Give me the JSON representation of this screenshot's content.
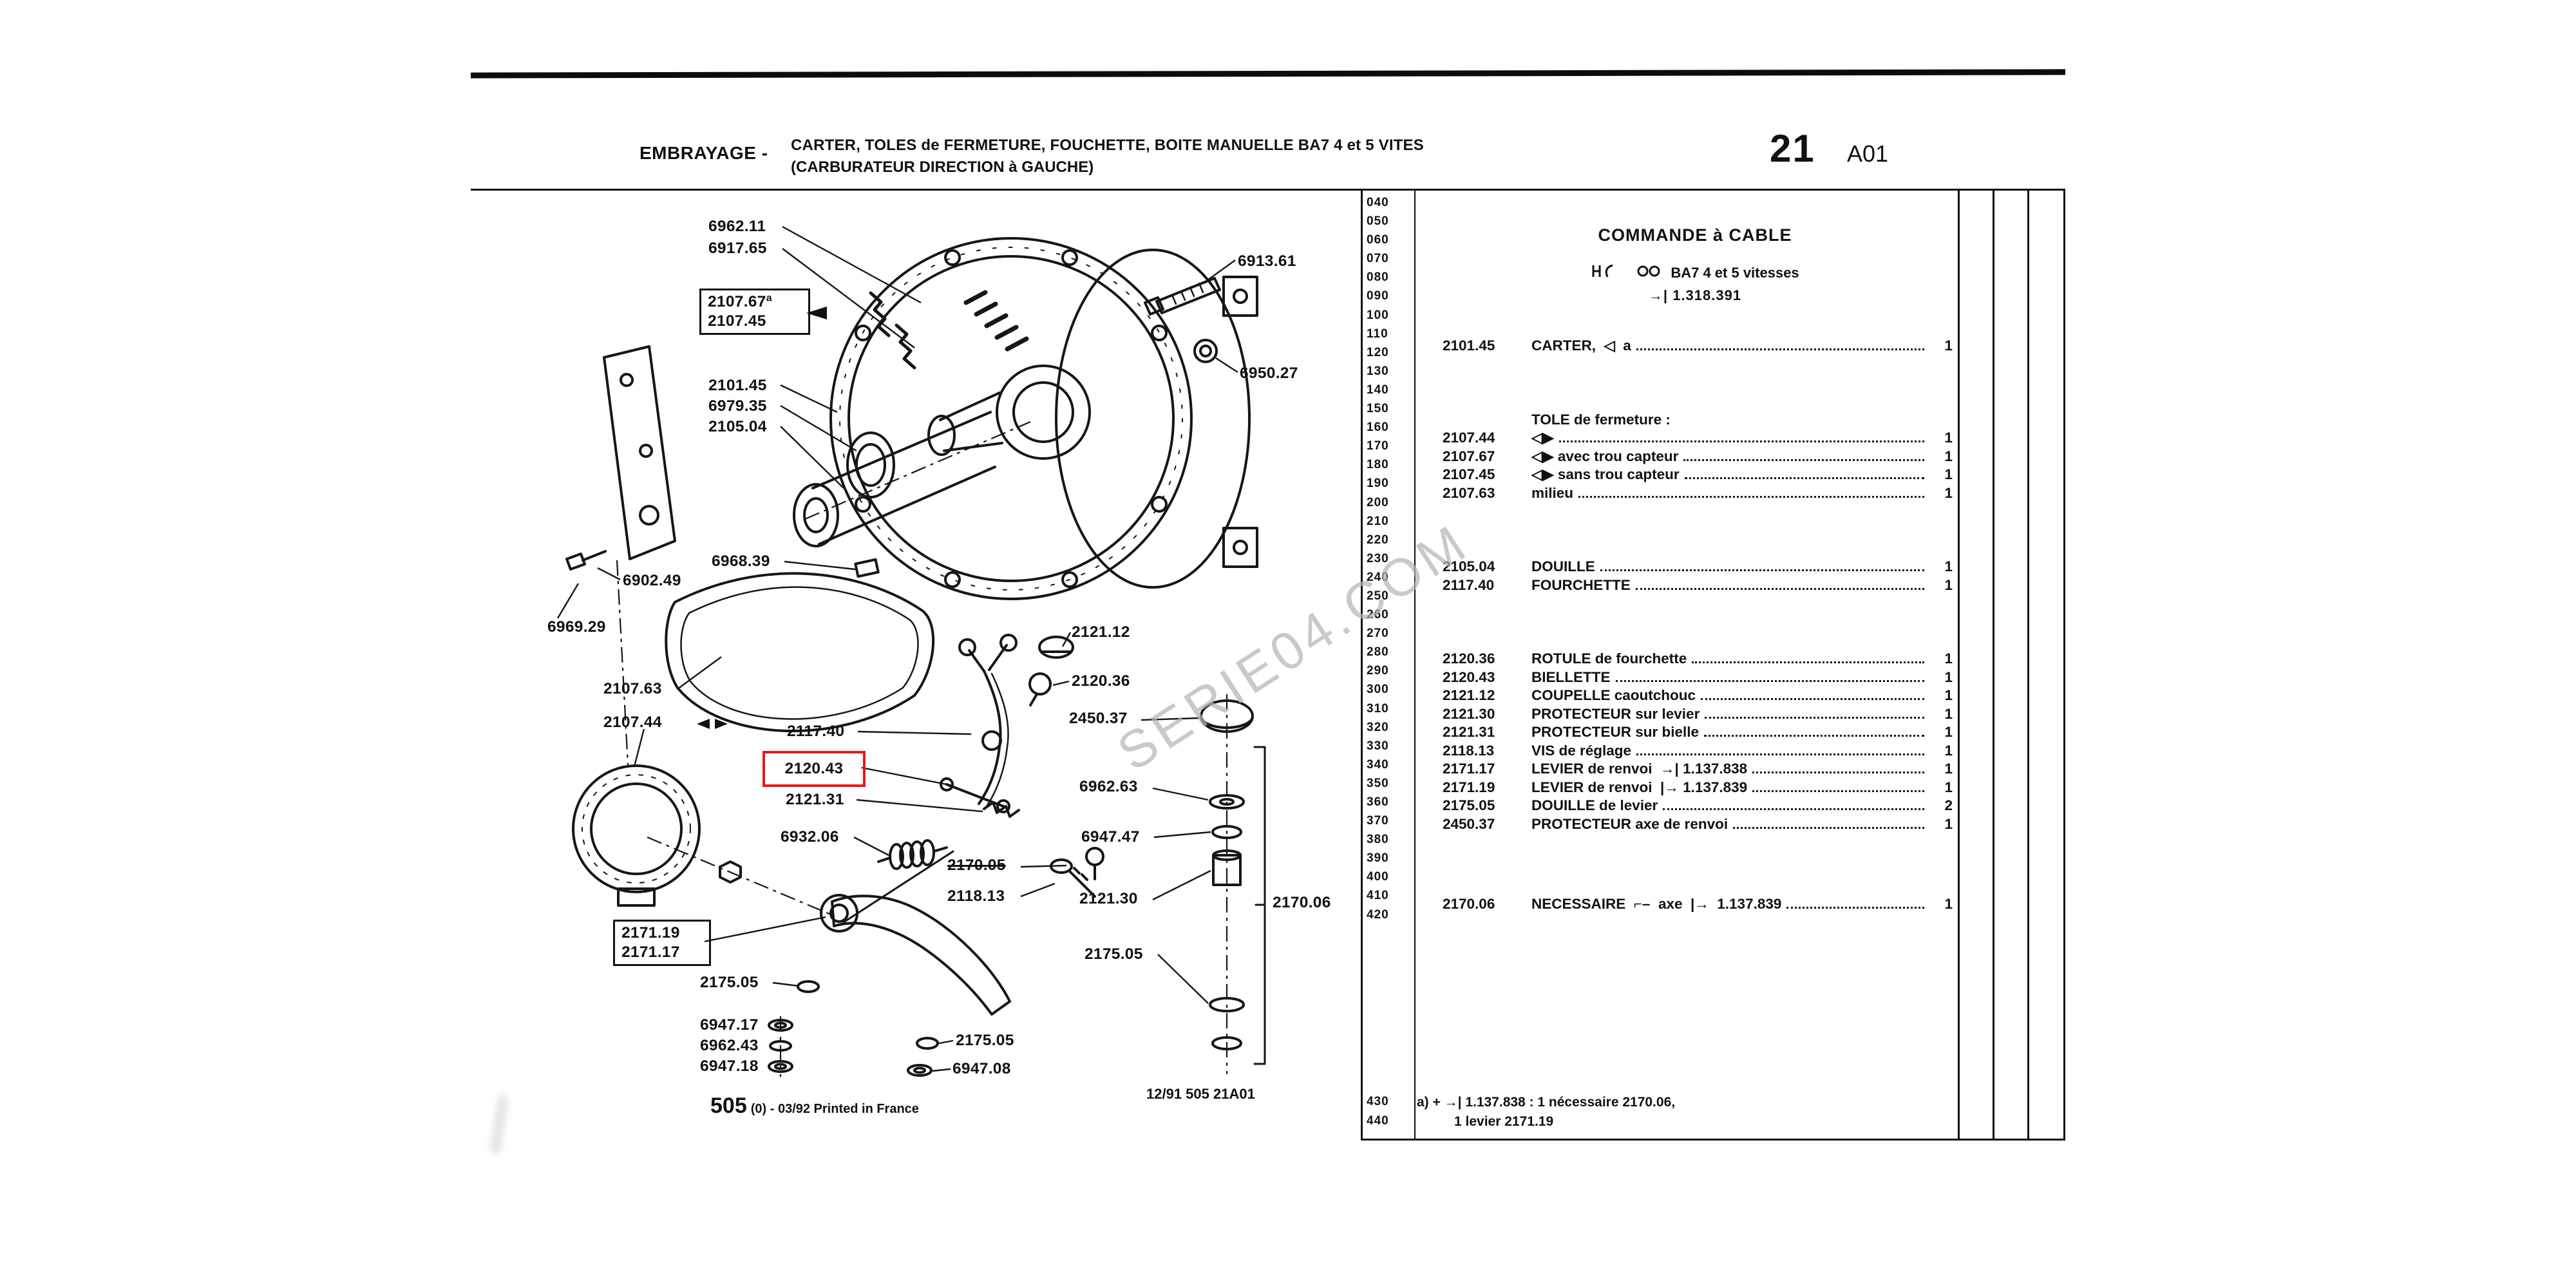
{
  "header": {
    "section": "EMBRAYAGE -",
    "title_line1": "CARTER, TOLES de FERMETURE, FOUCHETTE, BOITE MANUELLE BA7 4 et 5 VITES",
    "title_line2": "(CARBURATEUR DIRECTION à GAUCHE)",
    "page_number": "21",
    "page_code": "A01"
  },
  "index_column": {
    "numbers": [
      "040",
      "050",
      "060",
      "070",
      "080",
      "090",
      "100",
      "110",
      "120",
      "130",
      "140",
      "150",
      "160",
      "170",
      "180",
      "190",
      "200",
      "210",
      "220",
      "230",
      "240",
      "250",
      "260",
      "270",
      "280",
      "290",
      "300",
      "310",
      "320",
      "330",
      "340",
      "350",
      "360",
      "370",
      "380",
      "390",
      "400",
      "410",
      "420"
    ],
    "footer_numbers": [
      "430",
      "440"
    ]
  },
  "parts_panel": {
    "title": "COMMANDE à CABLE",
    "icons": [
      "shift-pattern-icon",
      "rings-icon"
    ],
    "transmission_note": "BA7 4 et 5 vitesses",
    "ref_line": "→|  1.318.391",
    "groups": [
      {
        "rows": [
          {
            "ref": "2101.45",
            "label": "CARTER,  ◁  a",
            "qty": "1"
          }
        ]
      },
      {
        "rows": [
          {
            "ref": "",
            "label": "TOLE de fermeture :",
            "qty": ""
          },
          {
            "ref": "2107.44",
            "label": "◁▶",
            "qty": "1"
          },
          {
            "ref": "2107.67",
            "label": "◁▶ avec trou capteur",
            "qty": "1"
          },
          {
            "ref": "2107.45",
            "label": "◁▶ sans trou capteur",
            "qty": "1"
          },
          {
            "ref": "2107.63",
            "label": "milieu",
            "qty": "1"
          }
        ]
      },
      {
        "rows": [
          {
            "ref": "2105.04",
            "label": "DOUILLE",
            "qty": "1"
          },
          {
            "ref": "2117.40",
            "label": "FOURCHETTE",
            "qty": "1"
          }
        ]
      },
      {
        "rows": [
          {
            "ref": "2120.36",
            "label": "ROTULE de fourchette",
            "qty": "1"
          },
          {
            "ref": "2120.43",
            "label": "BIELLETTE",
            "qty": "1"
          },
          {
            "ref": "2121.12",
            "label": "COUPELLE caoutchouc",
            "qty": "1"
          },
          {
            "ref": "2121.30",
            "label": "PROTECTEUR sur levier",
            "qty": "1"
          },
          {
            "ref": "2121.31",
            "label": "PROTECTEUR sur bielle",
            "qty": "1"
          },
          {
            "ref": "2118.13",
            "label": "VIS de réglage",
            "qty": "1"
          },
          {
            "ref": "2171.17",
            "label": "LEVIER de renvoi  →| 1.137.838",
            "qty": "1"
          },
          {
            "ref": "2171.19",
            "label": "LEVIER de renvoi  |→ 1.137.839",
            "qty": "1"
          },
          {
            "ref": "2175.05",
            "label": "DOUILLE de levier",
            "qty": "2"
          },
          {
            "ref": "2450.37",
            "label": "PROTECTEUR axe de renvoi",
            "qty": "1"
          }
        ]
      },
      {
        "rows": [
          {
            "ref": "2170.06",
            "label": "NECESSAIRE  ⌐–  axe  |→  1.137.839",
            "qty": "1"
          }
        ]
      }
    ],
    "footnote_line1": "a)   +   →| 1.137.838 : 1 nécessaire 2170.06,",
    "footnote_line2": "1 levier 2171.19"
  },
  "diagram": {
    "labels": {
      "n6962_11": "6962.11",
      "n6917_65": "6917.65",
      "n6913_61": "6913.61",
      "n2107_67": "2107.67ª",
      "n2107_45b": "2107.45",
      "n2101_45": "2101.45",
      "n6979_35": "6979.35",
      "n2105_04": "2105.04",
      "n6950_27": "6950.27",
      "n6902_49": "6902.49",
      "n6968_39": "6968.39",
      "n6969_29": "6969.29",
      "n2121_12": "2121.12",
      "n2120_36": "2120.36",
      "n2107_63": "2107.63",
      "n2107_44": "2107.44",
      "n2117_40": "2117.40",
      "n2450_37": "2450.37",
      "n2120_43": "2120.43",
      "n2121_31": "2121.31",
      "n6962_63": "6962.63",
      "n6932_06": "6932.06",
      "n6947_47": "6947.47",
      "n2170_05": "2170.05",
      "n2118_13": "2118.13",
      "n2121_30": "2121.30",
      "n2170_06": "2170.06",
      "n2171_19": "2171.19",
      "n2171_17": "2171.17",
      "n2175_05a": "2175.05",
      "n6947_17": "6947.17",
      "n6962_43": "6962.43",
      "n6947_18": "6947.18",
      "n2175_05b": "2175.05",
      "n6947_08": "6947.08",
      "n2175_05c": "2175.05"
    },
    "footer_plate": "505",
    "footer_info": "(0) - 03/92 Printed in France",
    "footer_center": "12/91 505 21A01",
    "watermark": "SERIE04.COM"
  },
  "colors": {
    "highlight": "#e01b1b",
    "ink": "#111111",
    "watermark_gray": "#b5b5b5"
  }
}
